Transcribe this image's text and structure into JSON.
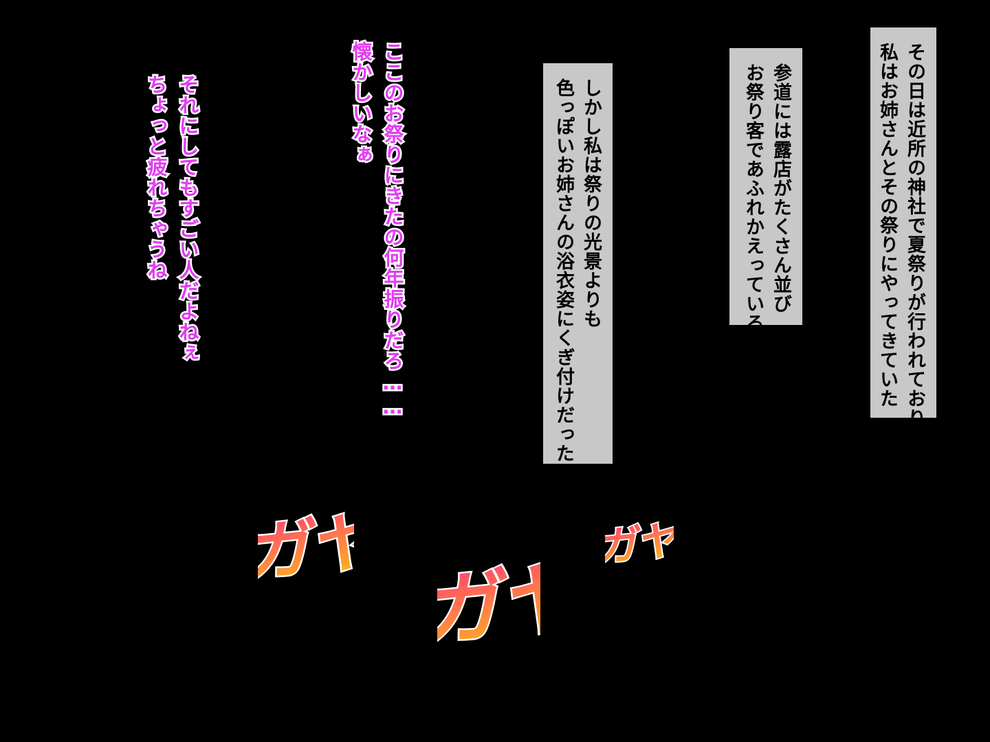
{
  "narration": [
    {
      "lines": [
        "その日は近所の神社で夏祭りが行われており",
        "私はお姉さんとその祭りにやってきていた"
      ]
    },
    {
      "lines": [
        "参道には露店がたくさん並び",
        "お祭り客であふれかえっている"
      ]
    },
    {
      "lines": [
        "しかし私は祭りの光景よりも",
        "色っぽいお姉さんの浴衣姿にくぎ付けだった…"
      ]
    }
  ],
  "dialogue": [
    {
      "lines": [
        "ここのお祭りにきたの何年振りだろ……",
        "懐かしいなぁ"
      ]
    },
    {
      "lines": [
        "それにしてもすごい人だよねぇ",
        "ちょっと疲れちゃうね"
      ]
    }
  ],
  "sound_effects": [
    {
      "text": "ガヤ"
    },
    {
      "text": "ガヤ"
    },
    {
      "text": "ガヤ"
    }
  ],
  "colors": {
    "background": "#000000",
    "narration_box": "#c8c8c8",
    "dialogue_fill": "#e23cf2",
    "dialogue_outline": "#ffffff",
    "sfx_gradient_top": "#ff3d7a",
    "sfx_gradient_bottom": "#ffb020"
  }
}
